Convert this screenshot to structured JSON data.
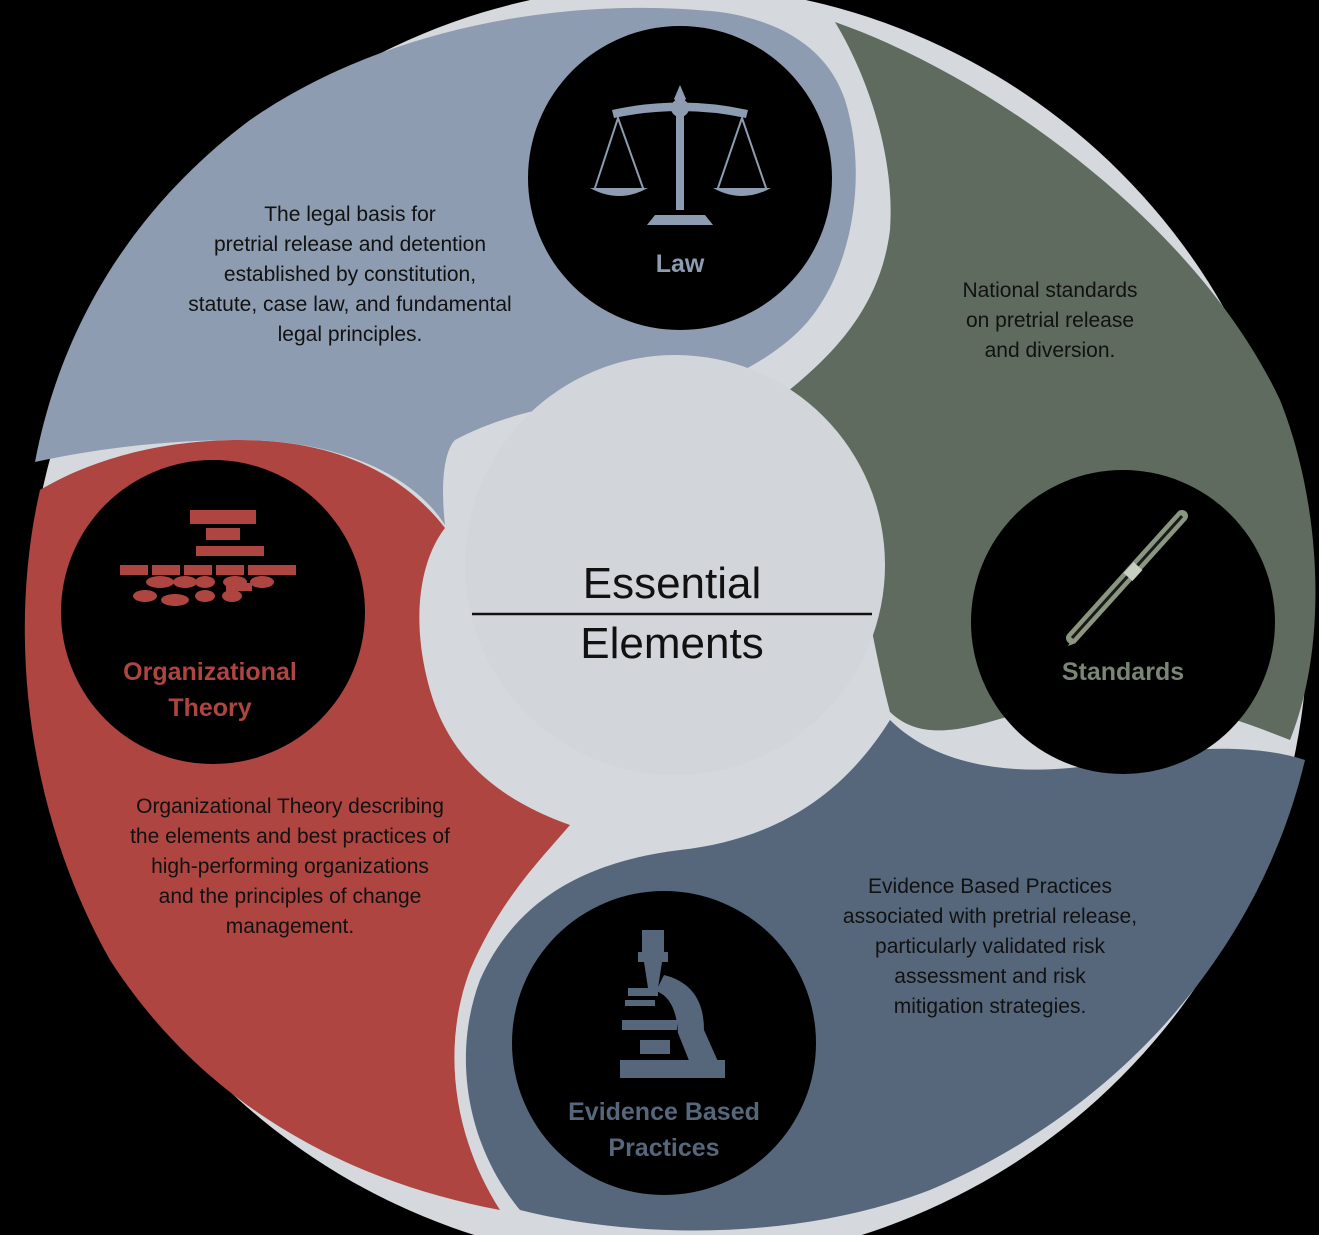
{
  "center": {
    "line1": "Essential",
    "line2": "Elements"
  },
  "law": {
    "label": "Law",
    "description": [
      "The legal basis for",
      "pretrial release and detention",
      "established by constitution,",
      "statute, case law, and fundamental",
      "legal principles."
    ],
    "color": "#8d9cb0",
    "icon": "scales-of-justice-icon"
  },
  "standards": {
    "label": "Standards",
    "description": [
      "National standards",
      "on pretrial release",
      "and diversion."
    ],
    "color": "#5e6b5e",
    "icon": "pen-icon"
  },
  "evidence": {
    "label_lines": [
      "Evidence Based",
      "Practices"
    ],
    "description": [
      "Evidence Based Practices",
      "associated with pretrial release,",
      "particularly validated risk",
      "assessment and risk",
      "mitigation strategies."
    ],
    "color": "#56677c",
    "icon": "microscope-icon"
  },
  "org": {
    "label_lines": [
      "Organizational",
      "Theory"
    ],
    "description": [
      "Organizational Theory describing",
      "the elements and best practices of",
      "high-performing organizations",
      "and the principles of change",
      "management."
    ],
    "color": "#ae4540",
    "icon": "org-chart-icon"
  },
  "colors": {
    "ring_gap": "#d5d8dc",
    "center": "#d2d5d9",
    "icon_circle": "#000000",
    "icon_tint": "#8d9cb0"
  }
}
